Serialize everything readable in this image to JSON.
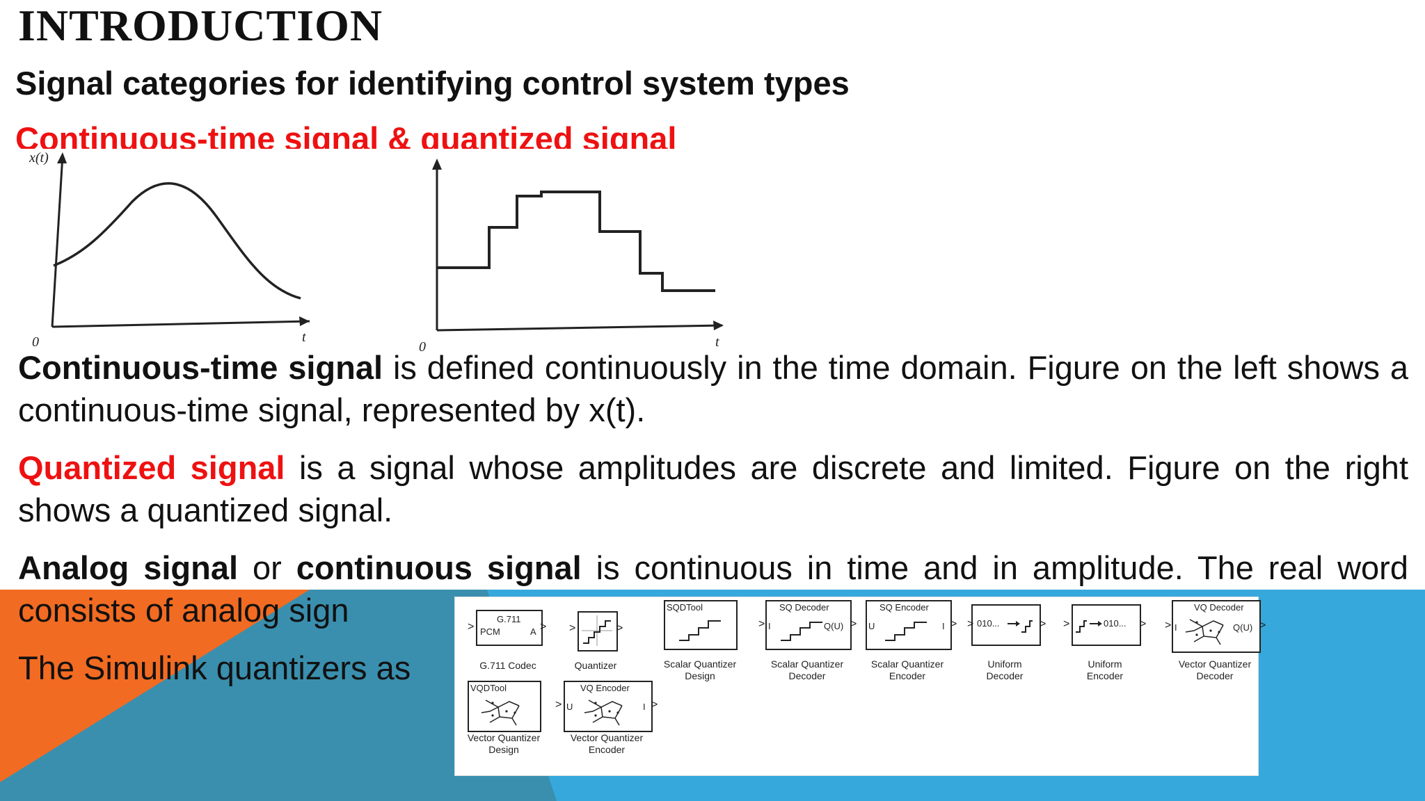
{
  "slide": {
    "title": "INTRODUCTION",
    "subtitle": "Signal categories for identifying control system types",
    "red_heading": "Continuous-time signal  & quantized signal"
  },
  "figure_left": {
    "y_label": "x(t)",
    "origin_label": "0",
    "x_label": "t"
  },
  "figure_right": {
    "origin_label": "0",
    "x_label": "t"
  },
  "paragraphs": {
    "p1_term": "Continuous-time signal",
    "p1_text": " is defined continuously in the time domain. Figure on the left shows a continuous-time signal, represented by x(t).",
    "p2_term": "Quantized signal",
    "p2_text": " is a signal whose amplitudes are discrete and limited. Figure on the right shows a quantized signal.",
    "p3_term1": "Analog signal",
    "p3_mid": " or ",
    "p3_term2": "continuous signal",
    "p3_text": " is continuous in time and in amplitude. The real word consists of analog sign",
    "p4_text": "The Simulink quantizers as"
  },
  "simulink_blocks": [
    {
      "inner": "G.711",
      "inner2": "PCM",
      "port_out": "A",
      "caption": "G.711 Codec"
    },
    {
      "inner": "",
      "caption": "Quantizer"
    },
    {
      "inner": "SQDTool",
      "caption": "Scalar Quantizer\nDesign"
    },
    {
      "inner": "SQ Decoder",
      "port_in": "I",
      "port_out": "Q(U)",
      "caption": "Scalar Quantizer\nDecoder"
    },
    {
      "inner": "SQ Encoder",
      "port_in": "U",
      "port_out": "I",
      "caption": "Scalar Quantizer\nEncoder"
    },
    {
      "inner": "010...",
      "caption": "Uniform\nDecoder"
    },
    {
      "inner": "010...",
      "caption": "Uniform\nEncoder"
    },
    {
      "inner": "VQ Decoder",
      "port_in": "I",
      "port_out": "Q(U)",
      "caption": "Vector Quantizer\nDecoder"
    },
    {
      "inner": "VQDTool",
      "caption": "Vector Quantizer\nDesign"
    },
    {
      "inner": "VQ Encoder",
      "port_in": "U",
      "port_out": "I",
      "caption": "Vector Quantizer\nEncoder"
    }
  ],
  "colors": {
    "orange": "#f26b22",
    "blue": "#36a8dc",
    "teal": "#3a8fae",
    "red_text": "#ee1111"
  }
}
